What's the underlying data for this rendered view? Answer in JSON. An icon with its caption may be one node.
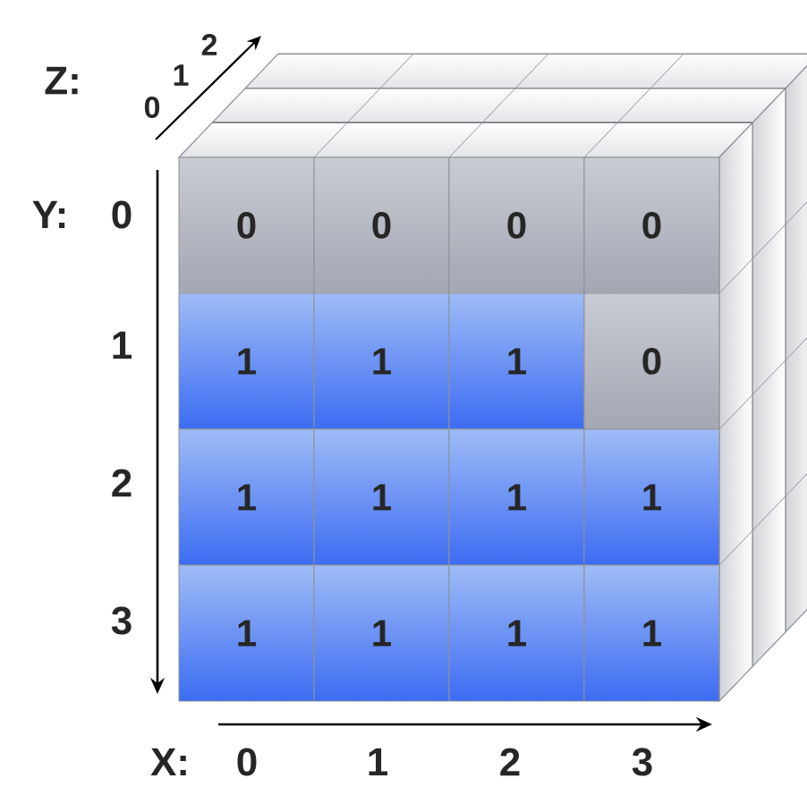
{
  "diagram": {
    "nodes": [
      {
        "text": [
          "0"
        ]
      },
      {
        "text": [
          "0"
        ]
      },
      {
        "text": [
          "0"
        ]
      },
      {
        "text": [
          "0"
        ]
      },
      {
        "text": [
          "1"
        ]
      },
      {
        "text": [
          "1"
        ]
      },
      {
        "text": [
          "1"
        ]
      },
      {
        "text": [
          "0"
        ]
      },
      {
        "text": [
          "1"
        ]
      },
      {
        "text": [
          "1"
        ]
      },
      {
        "text": [
          "1"
        ]
      },
      {
        "text": [
          "1"
        ]
      },
      {
        "text": [
          "1"
        ]
      },
      {
        "text": [
          "1"
        ]
      },
      {
        "text": [
          "1"
        ]
      },
      {
        "text": [
          "1"
        ]
      }
    ],
    "labels": [
      "Z:",
      "0",
      "1",
      "2",
      "Y:",
      "0",
      "1",
      "2",
      "3",
      "X:",
      "0",
      "1",
      "2",
      "3"
    ]
  }
}
